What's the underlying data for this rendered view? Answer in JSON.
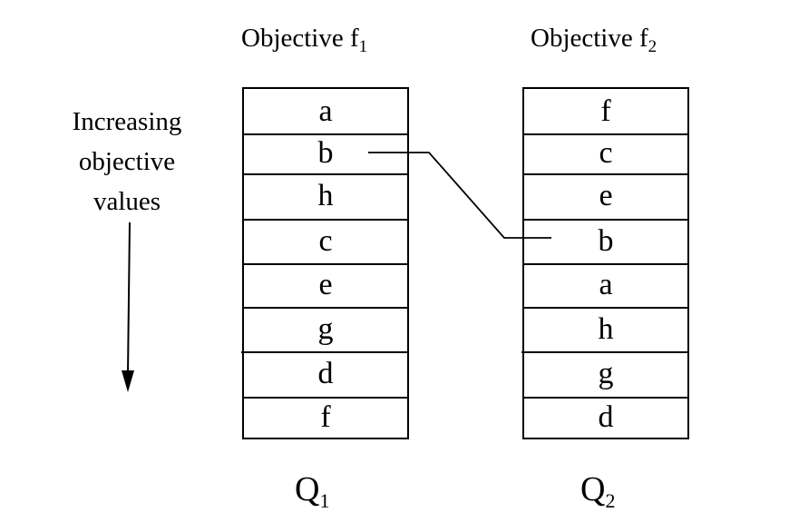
{
  "side_label": {
    "lines": [
      "Increasing",
      "objective",
      "values"
    ]
  },
  "columns": [
    {
      "title_main": "Objective f",
      "title_sub": "1",
      "cells": [
        "a",
        "b",
        "h",
        "c",
        "e",
        "g",
        "d",
        "f"
      ],
      "footer_main": "Q",
      "footer_sub": "1"
    },
    {
      "title_main": "Objective f",
      "title_sub": "2",
      "cells": [
        "f",
        "c",
        "e",
        "b",
        "a",
        "h",
        "g",
        "d"
      ],
      "footer_main": "Q",
      "footer_sub": "2"
    }
  ],
  "link": {
    "from": "b",
    "to": "b"
  }
}
